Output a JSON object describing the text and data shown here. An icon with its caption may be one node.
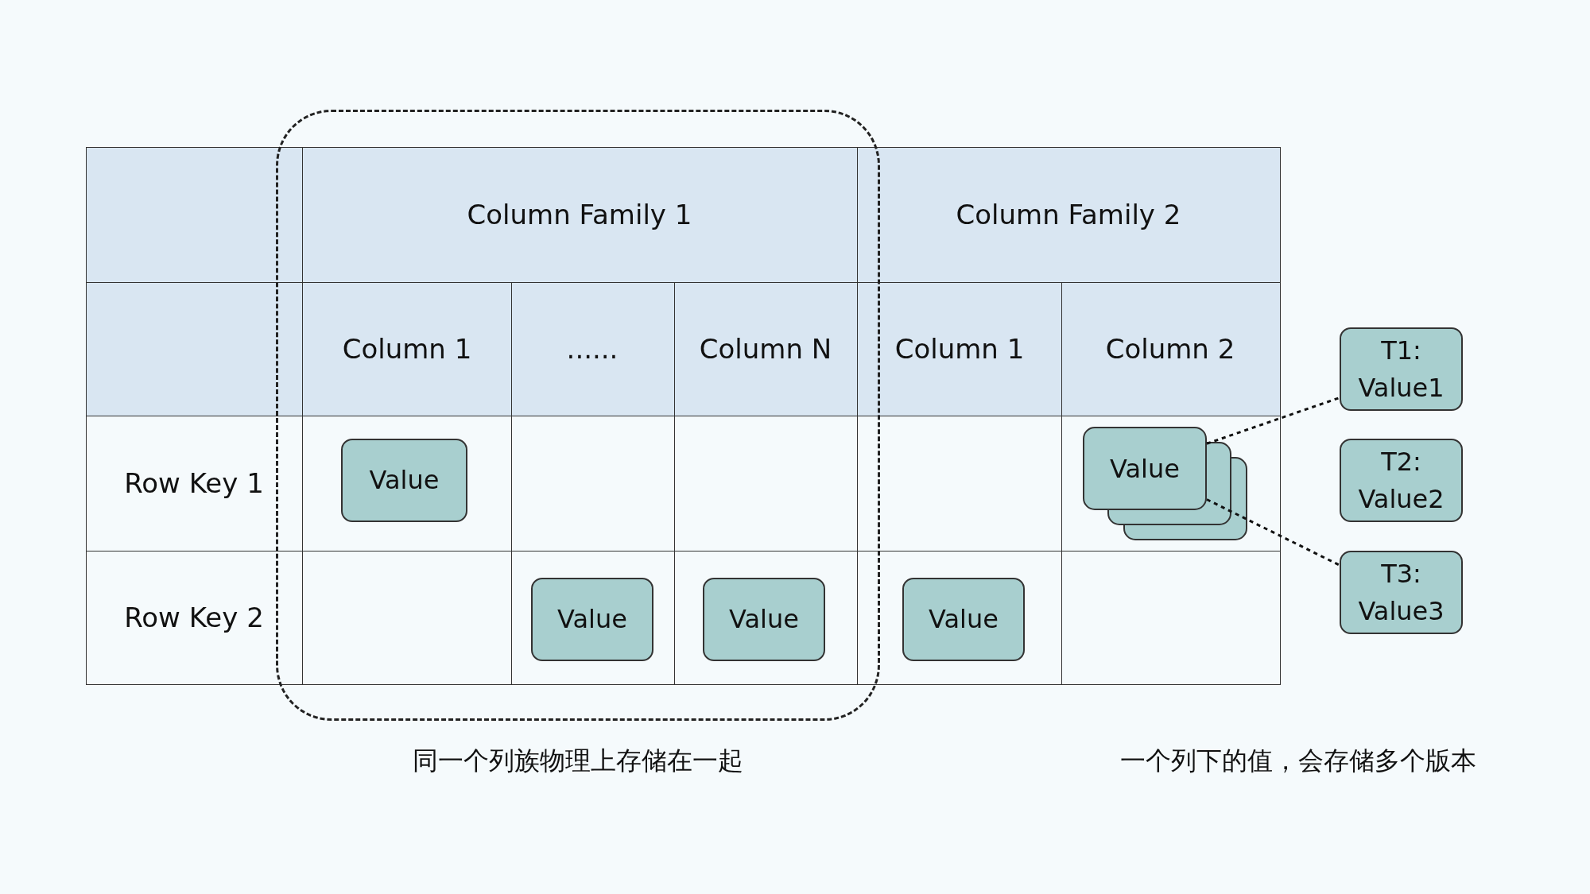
{
  "diagram": {
    "nodes": [
      {
        "text": [],
        "shape": "box",
        "beside": [
          "同一个列族物理上存储在一起"
        ]
      },
      {
        "text": [
          "Value"
        ],
        "in": 0
      },
      {
        "text": [
          "Value"
        ],
        "in": 0
      },
      {
        "text": [
          "Value"
        ],
        "in": 0
      },
      {
        "text": [
          "Value"
        ]
      },
      {
        "text": [
          "Value"
        ]
      },
      {
        "text": [
          "T1: Value1"
        ]
      },
      {
        "text": [
          "T2: Value2"
        ]
      },
      {
        "text": [
          "T3: Value3"
        ]
      }
    ],
    "edges": [
      {
        "from": 5,
        "to": 6,
        "arrow": "none",
        "style": "dashed"
      },
      {
        "from": 5,
        "to": 8,
        "arrow": "none",
        "style": "dashed"
      }
    ],
    "labels": [
      "Column Family 1",
      "Column Family 2",
      "Column 1",
      "......",
      "Column N",
      "Column 1",
      "Column 2",
      "Row Key 1",
      "Row Key 2",
      "一个列下的值，会存储多个版本"
    ]
  }
}
